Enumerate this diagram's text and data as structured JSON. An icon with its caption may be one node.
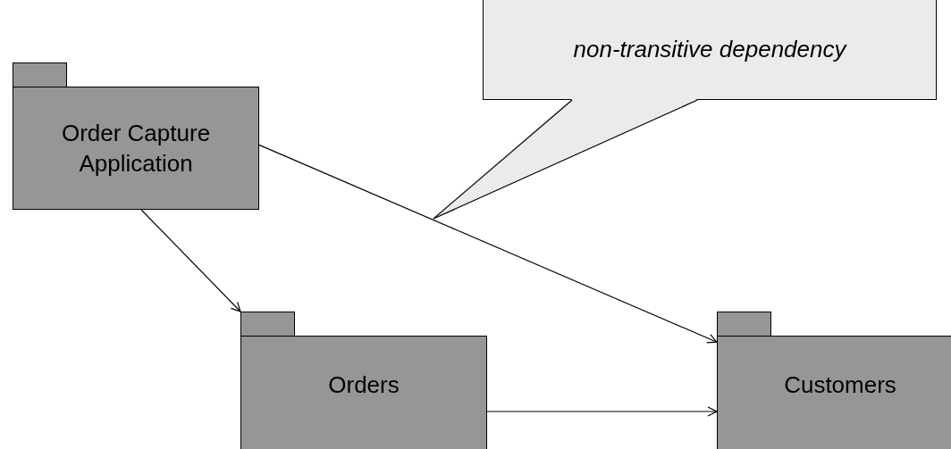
{
  "diagram": {
    "nodes": [
      {
        "text": [
          "Order Capture Application"
        ]
      },
      {
        "text": [
          "Orders"
        ]
      },
      {
        "text": [
          "Customers"
        ]
      },
      {
        "text": [
          "non-transitive dependency"
        ]
      }
    ],
    "edges": [
      {
        "from": 0,
        "to": 1,
        "arrow": "to"
      },
      {
        "from": 0,
        "to": 2,
        "arrow": "to"
      },
      {
        "from": 1,
        "to": 2,
        "arrow": "to"
      },
      {
        "from": 3,
        "to": null,
        "arrow": "none"
      }
    ]
  }
}
